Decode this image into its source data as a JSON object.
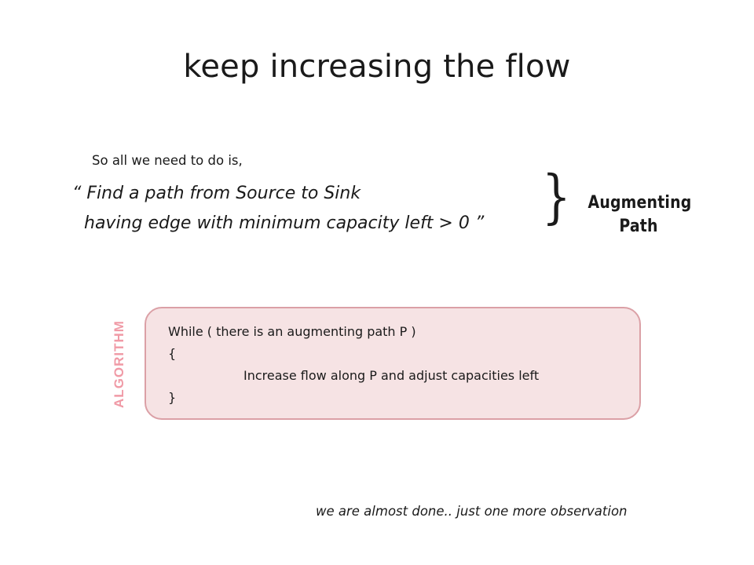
{
  "slide": {
    "title": "keep increasing the flow",
    "intro": "So all we need to do is,",
    "quote_line_1": "“ Find a path from Source to Sink",
    "quote_line_2": "having edge with minimum capacity left > 0 ”",
    "brace": "}",
    "augmenting_label_line_1": "Augmenting",
    "augmenting_label_line_2": "Path",
    "algorithm_label": "ALGORITHM",
    "code": [
      "While ( there is an augmenting path P )",
      "{",
      "Increase flow along P and adjust capacities left",
      "}"
    ],
    "footer_note": "we are almost done.. just one more observation"
  },
  "colors": {
    "algorithm_label": "#f09aa6",
    "algorithm_box_fill": "#f6e3e4",
    "algorithm_box_border": "#dba0a6"
  }
}
